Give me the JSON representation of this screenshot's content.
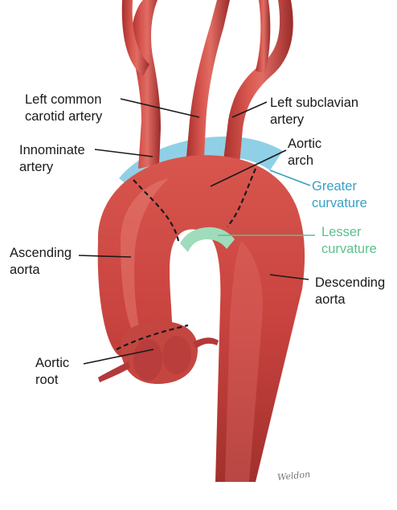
{
  "labels": {
    "left_common_carotid": [
      "Left common",
      "carotid artery"
    ],
    "left_subclavian": [
      "Left subclavian",
      "artery"
    ],
    "innominate": [
      "Innominate",
      "artery"
    ],
    "aortic_arch": [
      "Aortic",
      "arch"
    ],
    "greater_curvature": [
      "Greater",
      "curvature"
    ],
    "lesser_curvature": [
      "Lesser",
      "curvature"
    ],
    "ascending_aorta": [
      "Ascending",
      "aorta"
    ],
    "descending_aorta": [
      "Descending",
      "aorta"
    ],
    "aortic_root": [
      "Aortic",
      "root"
    ]
  },
  "signature": "Weldon",
  "colors": {
    "aorta": "#c9433f",
    "aorta_dark": "#9c2b2a",
    "aorta_light": "#e2746c",
    "greater_curvature": "#8fd0e6",
    "lesser_curvature": "#9fdcbb",
    "leader_line": "#1a1a1a",
    "greater_label": "#3a9fc4",
    "lesser_label": "#5cc08c"
  }
}
